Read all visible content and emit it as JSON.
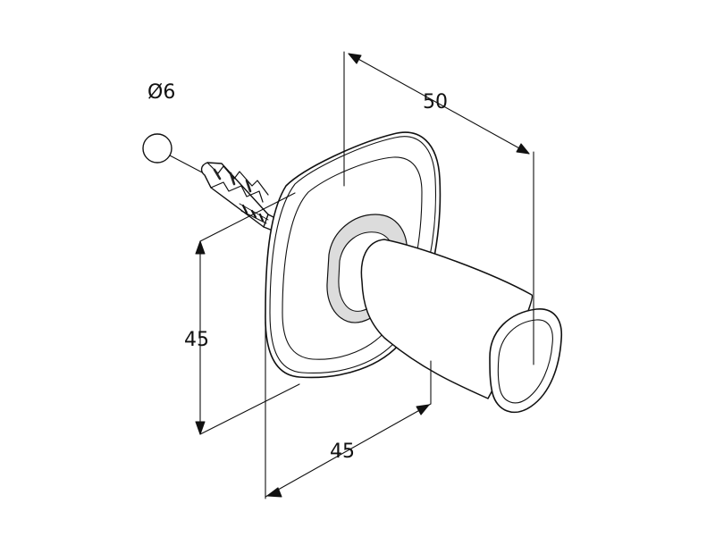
{
  "drawing": {
    "diameter_label": "Ø6",
    "depth_label": "50",
    "height_label": "45",
    "width_label": "45"
  },
  "colors": {
    "line": "#111111",
    "shade": "#d9d9d9",
    "background": "#ffffff"
  }
}
